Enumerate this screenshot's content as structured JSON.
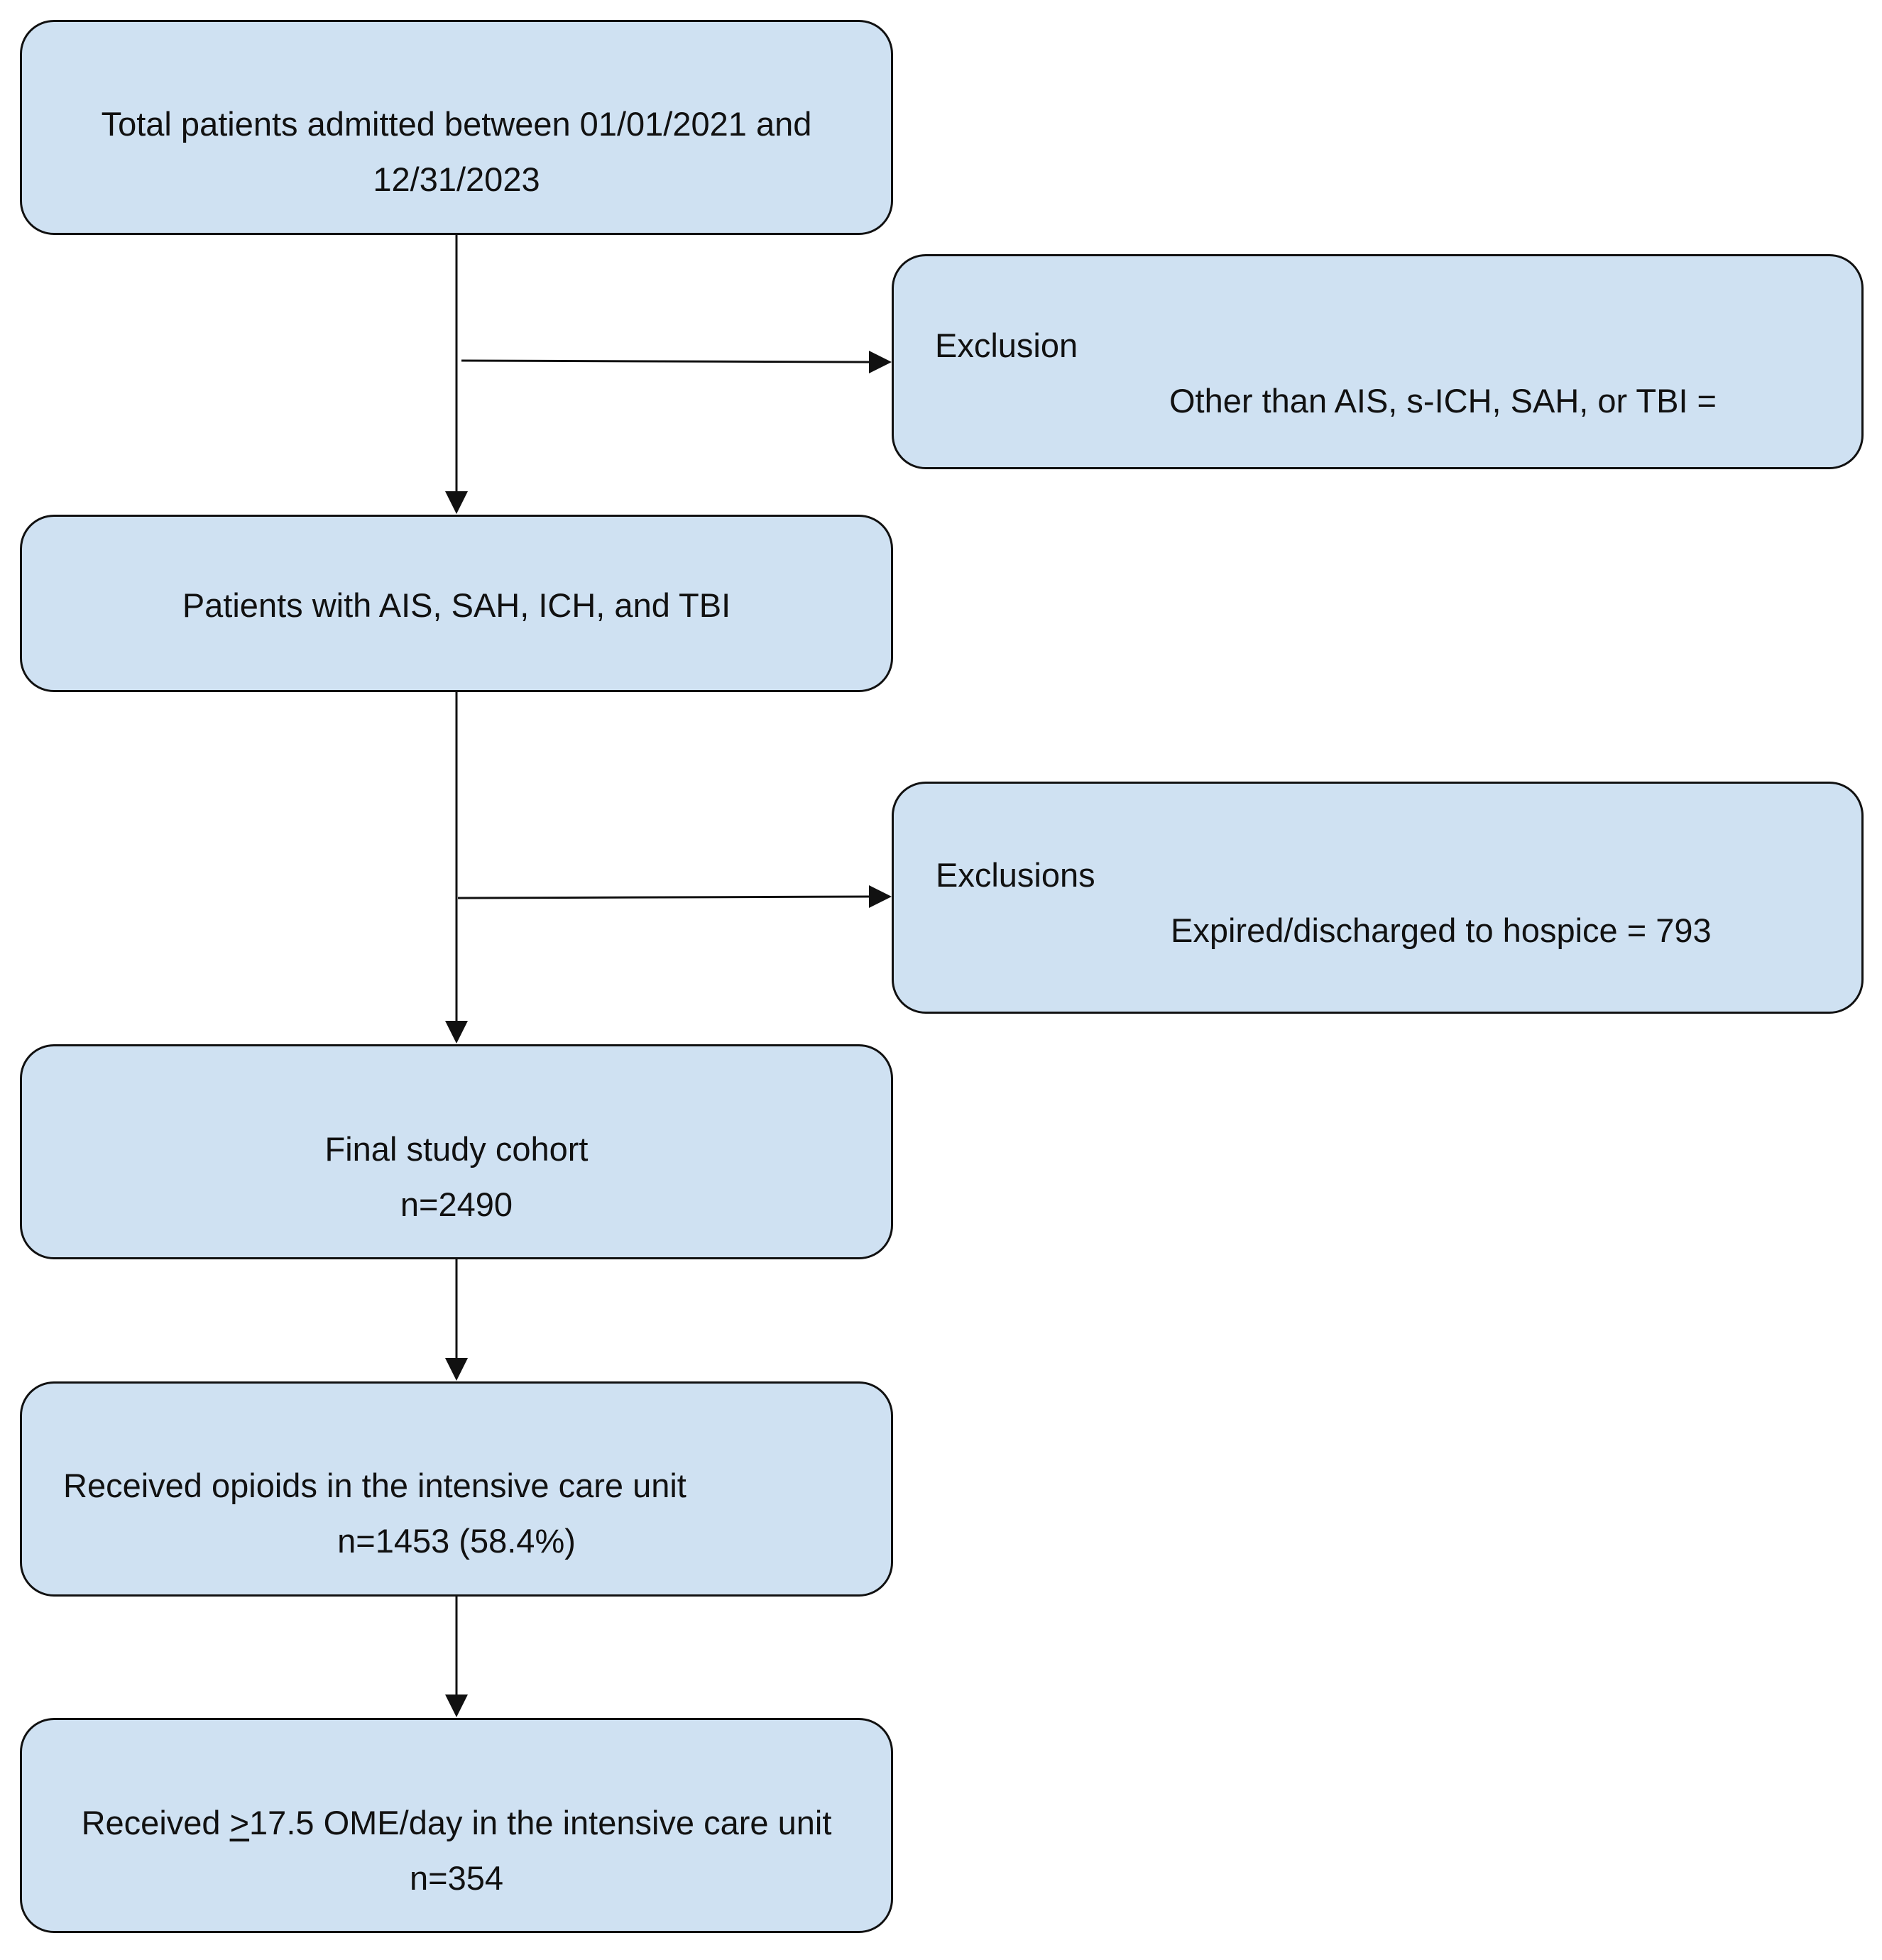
{
  "colors": {
    "box_fill": "#cfe1f2",
    "stroke": "#111111"
  },
  "boxes": {
    "total": {
      "line1": "Total patients admitted between 01/01/2021 and",
      "line2": "12/31/2023"
    },
    "exclusion_1": {
      "heading": "Exclusion",
      "detail": "Other than AIS, s-ICH, SAH, or TBI ="
    },
    "patients": {
      "line1": "Patients with AIS, SAH, ICH, and TBI"
    },
    "exclusion_2": {
      "heading": "Exclusions",
      "detail": "Expired/discharged to hospice = 793"
    },
    "final_cohort": {
      "line1": "Final study cohort",
      "line2": "n=2490"
    },
    "opioids": {
      "line1": "Received opioids in the intensive care unit",
      "line2": "n=1453 (58.4%)"
    },
    "ome": {
      "prefix": "Received ",
      "ge_symbol": ">",
      "suffix": "17.5 OME/day in the intensive care unit",
      "line2": "n=354"
    }
  }
}
